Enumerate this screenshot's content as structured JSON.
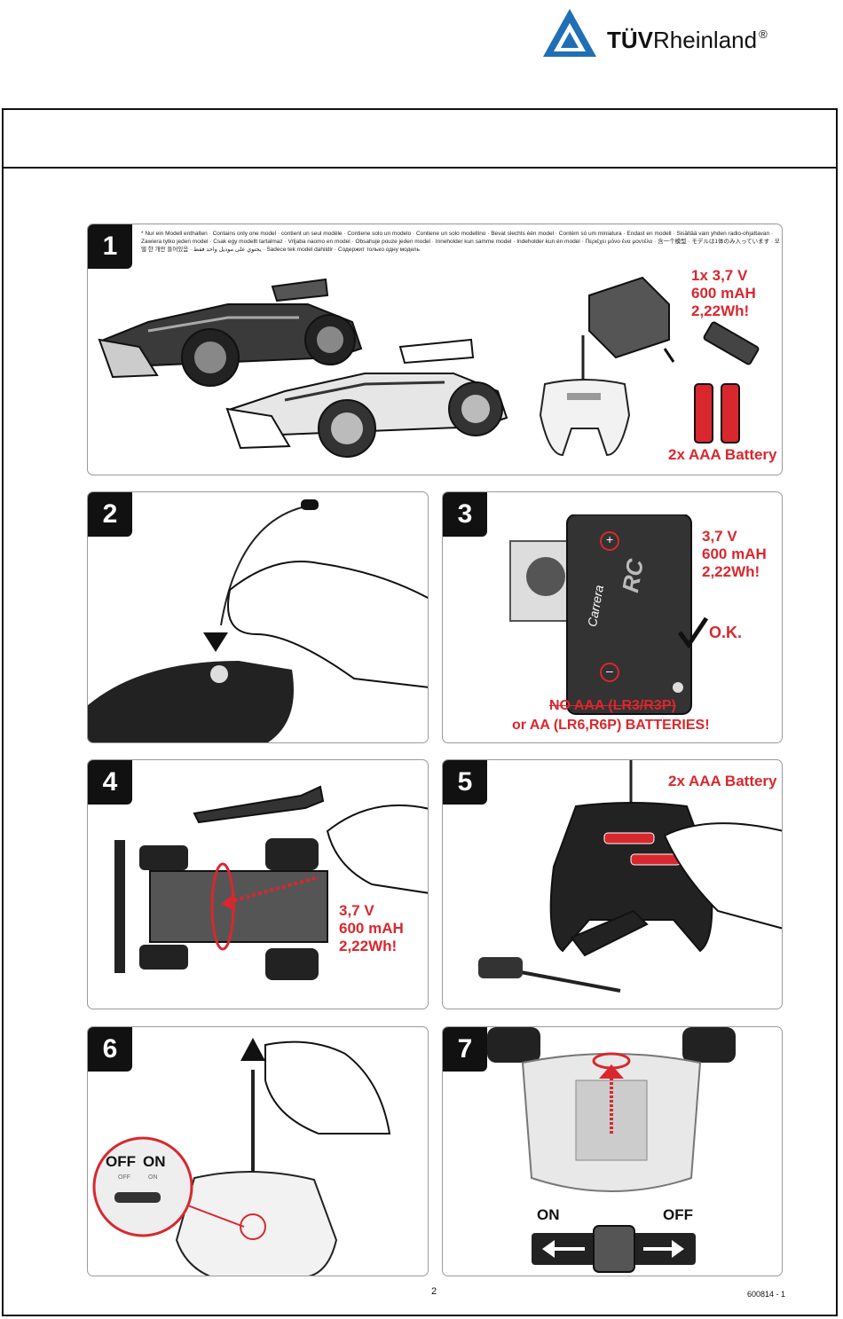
{
  "logo": {
    "bold": "TÜV",
    "regular": "Rheinland",
    "mark": "®"
  },
  "panel1": {
    "number": "1",
    "note": "* Nur ein Modell enthalten · Contains only one model · contient un seul modèle · Contiene solo un modelo · Contiene un solo modellino · Bevat slechts één model · Contém só um miniatura · Endast en modell · Sisältää vain yhden radio-ohjattavan · Zawiera tylko jeden model · Csak egy modellt tartalmaz · Vrljaba naomo en model · Obsahuje pouze jeden model · Inneholder kun samme model · Indeholder kun én model · Περιέχει μόνο ένα μοντέλο · 含一个模型 · モデルは1体のみ入っています · 모델 한 개만 들어있음 · يحتوي على موديل واحد فقط · Sadece tek model dahildir · Содержит только одну модель",
    "battery_pack": [
      "1x 3,7 V",
      "600 mAH",
      "2,22Wh!"
    ],
    "aaa": "2x AAA Battery"
  },
  "panel2": {
    "number": "2"
  },
  "panel3": {
    "number": "3",
    "spec": [
      "3,7 V",
      "600 mAH",
      "2,22Wh!"
    ],
    "ok": "O.K.",
    "warn1": "NO AAA (LR3/R3P)",
    "warn2": "or AA (LR6,R6P) BATTERIES!",
    "pack_brand": "Carrera",
    "pack_rc": "RC",
    "plus": "+",
    "minus": "–"
  },
  "panel4": {
    "number": "4",
    "spec": [
      "3,7 V",
      "600 mAH",
      "2,22Wh!"
    ]
  },
  "panel5": {
    "number": "5",
    "aaa": "2x AAA Battery"
  },
  "panel6": {
    "number": "6",
    "off": "OFF",
    "on": "ON",
    "off_small": "OFF",
    "on_small": "ON"
  },
  "panel7": {
    "number": "7",
    "on": "ON",
    "off": "OFF"
  },
  "footer": {
    "page": "2",
    "doc": "600814 - 1"
  },
  "colors": {
    "accent_red": "#d9272e",
    "logo_blue": "#1f6fb5"
  }
}
